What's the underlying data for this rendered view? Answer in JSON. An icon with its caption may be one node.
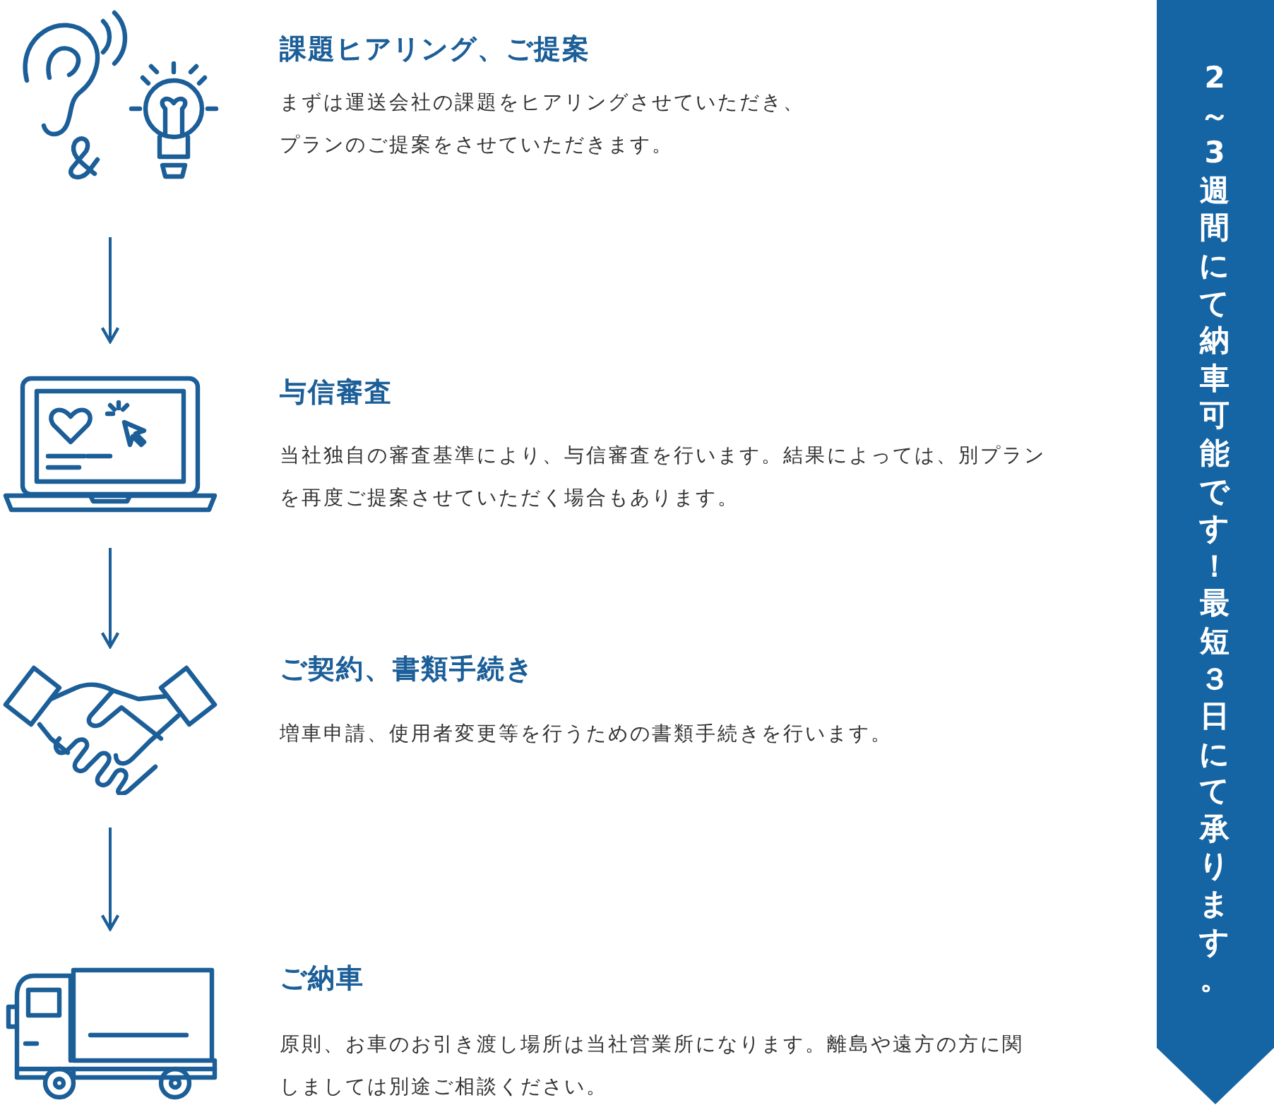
{
  "diagram": {
    "nodes": [
      {
        "text": [],
        "shape": "picture",
        "beside": [
          "課題ヒアリング、ご提案",
          "まずは運送会社の課題をヒアリングさせていただき、プランのご提案をさせていただきます。"
        ]
      },
      {
        "text": [],
        "shape": "picture",
        "beside": [
          "与信審査",
          "当社独自の審査基準により、与信審査を行います。結果によっては、別プランを再度ご提案させていただく場合もあります。"
        ]
      },
      {
        "text": [],
        "shape": "picture",
        "beside": [
          "ご契約、書類手続き",
          "増車申請、使用者変更等を行うための書類手続きを行います。"
        ]
      },
      {
        "text": [],
        "shape": "picture",
        "beside": [
          "ご納車",
          "原則、お車のお引き渡し場所は当社営業所になります。離島や遠方の方に関しましては別途ご相談ください。"
        ]
      },
      {
        "text": [
          "2～3週間にて納車可能です！最短３日にて承ります。"
        ]
      }
    ],
    "edges": [
      {
        "from": 0,
        "to": 1,
        "arrow": "to"
      },
      {
        "from": 1,
        "to": 2,
        "arrow": "to"
      },
      {
        "from": 2,
        "to": 3,
        "arrow": "to"
      }
    ]
  }
}
